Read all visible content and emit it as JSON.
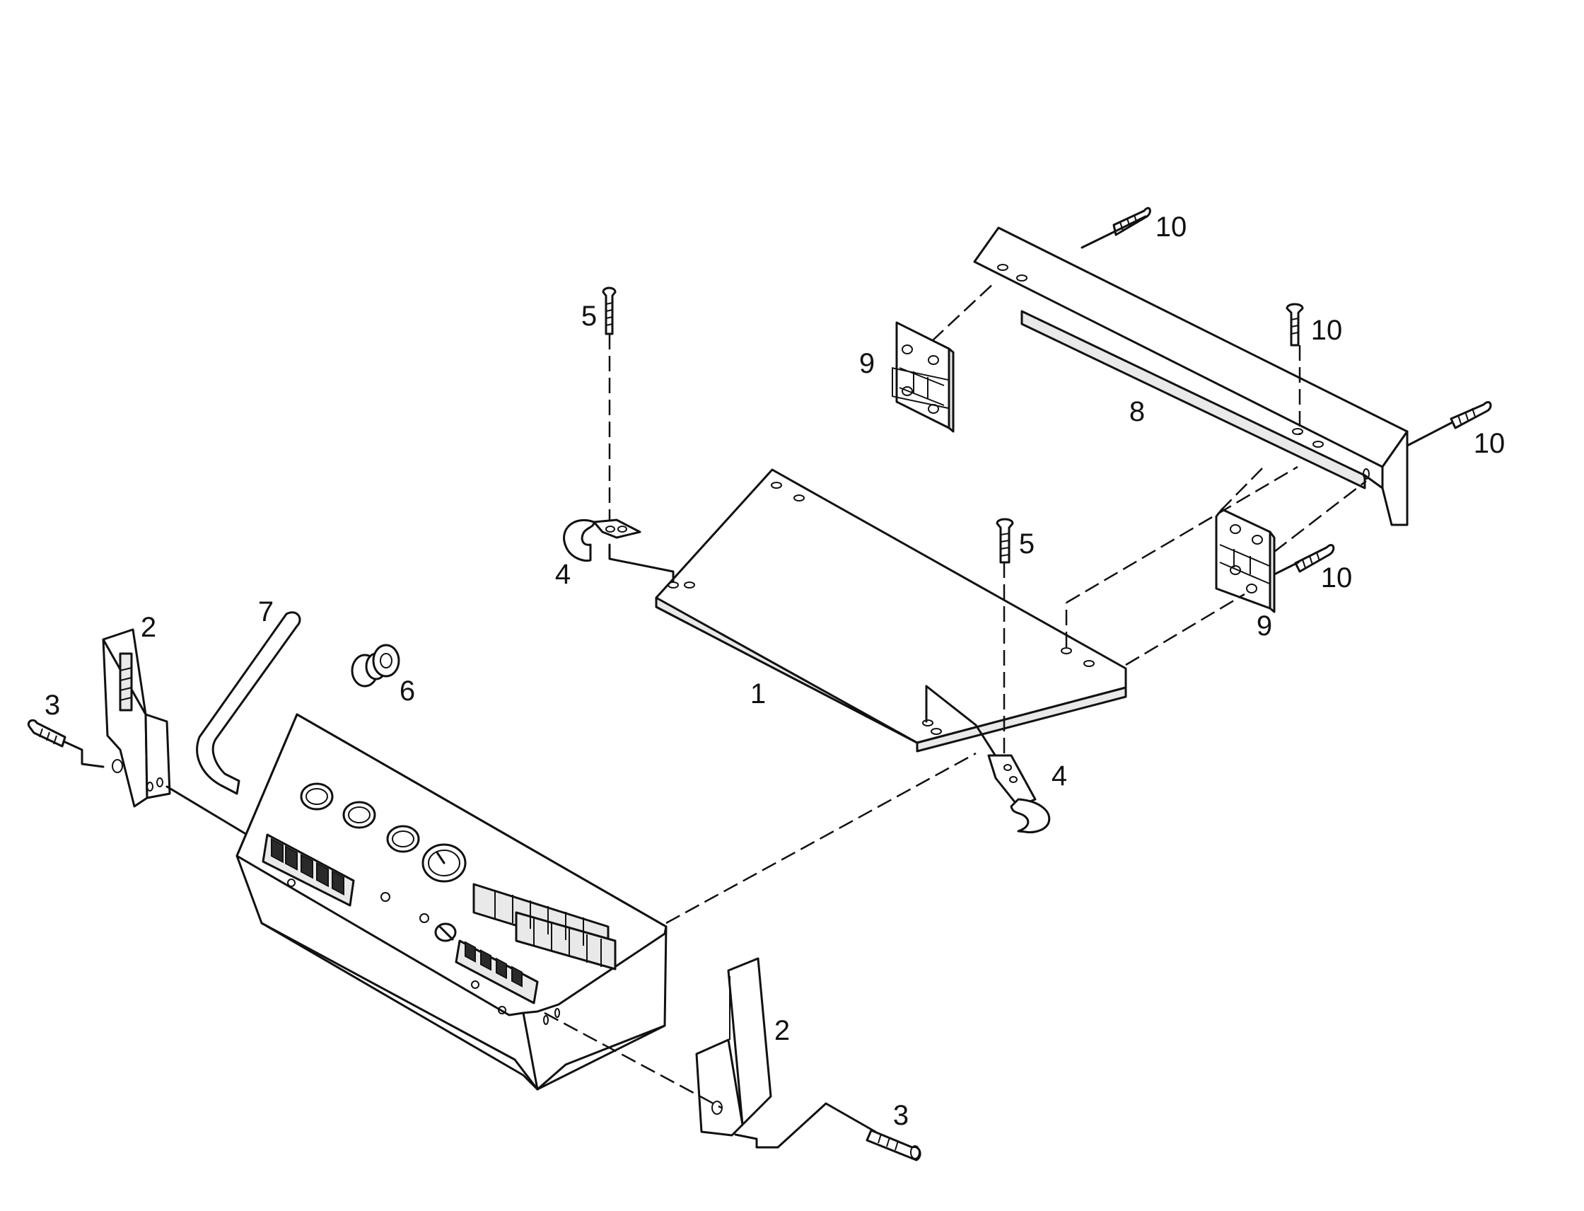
{
  "callouts": {
    "c1": "1",
    "c2a": "2",
    "c2b": "2",
    "c3a": "3",
    "c3b": "3",
    "c4a": "4",
    "c4b": "4",
    "c5a": "5",
    "c5b": "5",
    "c6": "6",
    "c7": "7",
    "c8": "8",
    "c9a": "9",
    "c9b": "9",
    "c10a": "10",
    "c10b": "10",
    "c10c": "10",
    "c10d": "10"
  }
}
